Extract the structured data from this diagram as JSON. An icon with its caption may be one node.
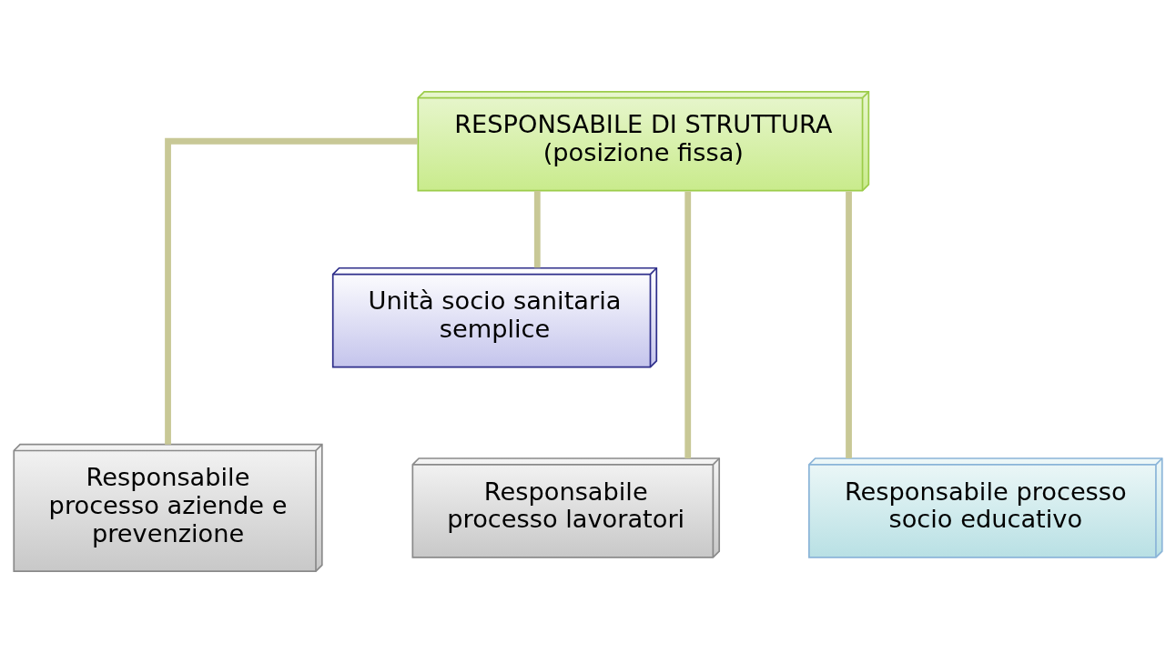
{
  "diagram": {
    "nodes": [
      {
        "text": [
          "RESPONSABILE DI STRUTTURA",
          "(posizione fissa)"
        ]
      },
      {
        "text": [
          "Unità socio sanitaria semplice"
        ]
      },
      {
        "text": [
          "Responsabile processo aziende e prevenzione"
        ]
      },
      {
        "text": [
          "Responsabile processo lavoratori"
        ]
      },
      {
        "text": [
          "Responsabile processo socio educativo"
        ]
      }
    ],
    "edges": [
      {
        "from": 0,
        "to": 1,
        "arrow": "none"
      },
      {
        "from": 0,
        "to": 2,
        "arrow": "none"
      },
      {
        "from": 0,
        "to": 3,
        "arrow": "none"
      },
      {
        "from": 0,
        "to": 4,
        "arrow": "none"
      }
    ]
  }
}
